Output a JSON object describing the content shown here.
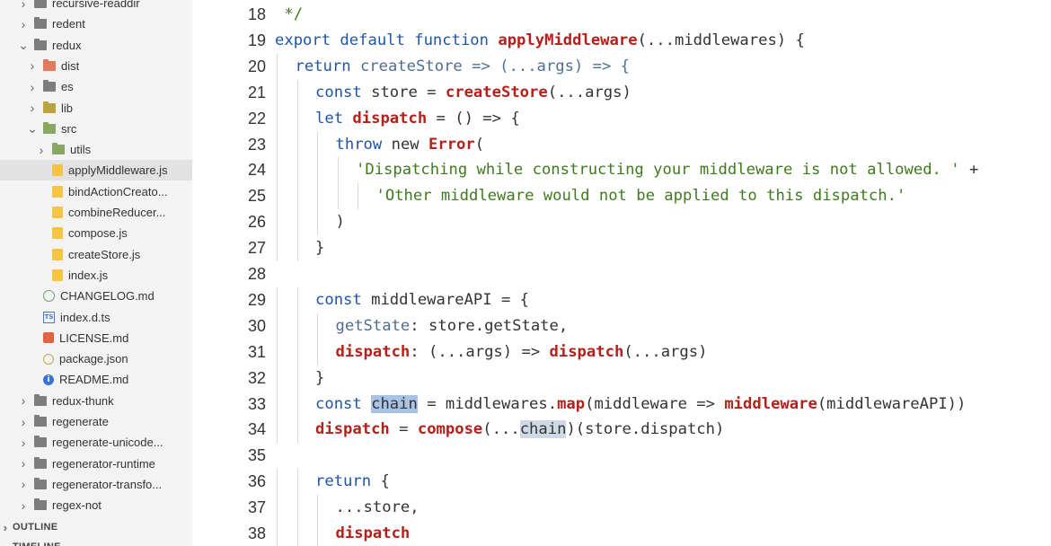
{
  "explorer": {
    "items": [
      {
        "label": "recursive-readdir",
        "type": "folder",
        "depth": 1,
        "expanded": false
      },
      {
        "label": "redent",
        "type": "folder",
        "depth": 1,
        "expanded": false
      },
      {
        "label": "redux",
        "type": "folder",
        "depth": 1,
        "expanded": true
      },
      {
        "label": "dist",
        "type": "folder-red",
        "depth": 2,
        "expanded": false
      },
      {
        "label": "es",
        "type": "folder",
        "depth": 2,
        "expanded": false
      },
      {
        "label": "lib",
        "type": "folder-lib",
        "depth": 2,
        "expanded": false
      },
      {
        "label": "src",
        "type": "folder-green",
        "depth": 2,
        "expanded": true
      },
      {
        "label": "utils",
        "type": "folder-green",
        "depth": 3,
        "expanded": false
      },
      {
        "label": "applyMiddleware.js",
        "type": "js",
        "depth": 3,
        "selected": true
      },
      {
        "label": "bindActionCreato...",
        "type": "js",
        "depth": 3
      },
      {
        "label": "combineReducer...",
        "type": "js",
        "depth": 3
      },
      {
        "label": "compose.js",
        "type": "js",
        "depth": 3
      },
      {
        "label": "createStore.js",
        "type": "js",
        "depth": 3
      },
      {
        "label": "index.js",
        "type": "js",
        "depth": 3
      },
      {
        "label": "CHANGELOG.md",
        "type": "md",
        "depth": 2
      },
      {
        "label": "index.d.ts",
        "type": "ts",
        "depth": 2
      },
      {
        "label": "LICENSE.md",
        "type": "lic",
        "depth": 2
      },
      {
        "label": "package.json",
        "type": "json",
        "depth": 2
      },
      {
        "label": "README.md",
        "type": "info",
        "depth": 2
      },
      {
        "label": "redux-thunk",
        "type": "folder",
        "depth": 1,
        "expanded": false
      },
      {
        "label": "regenerate",
        "type": "folder",
        "depth": 1,
        "expanded": false
      },
      {
        "label": "regenerate-unicode...",
        "type": "folder",
        "depth": 1,
        "expanded": false
      },
      {
        "label": "regenerator-runtime",
        "type": "folder",
        "depth": 1,
        "expanded": false
      },
      {
        "label": "regenerator-transfo...",
        "type": "folder",
        "depth": 1,
        "expanded": false
      },
      {
        "label": "regex-not",
        "type": "folder",
        "depth": 1,
        "expanded": false
      }
    ],
    "sections": [
      {
        "label": "OUTLINE"
      },
      {
        "label": "TIMELINE"
      }
    ],
    "ts_badge": "TS",
    "info_badge": "i"
  },
  "editor": {
    "lines": [
      {
        "num": "18",
        "indent": 0,
        "tokens": [
          {
            "t": " */",
            "c": "cm"
          }
        ]
      },
      {
        "num": "19",
        "indent": 0,
        "tokens": [
          {
            "t": "export default function ",
            "c": "kw"
          },
          {
            "t": "applyMiddleware",
            "c": "fn"
          },
          {
            "t": "(...middlewares) {",
            "c": "id"
          }
        ]
      },
      {
        "num": "20",
        "indent": 1,
        "tokens": [
          {
            "t": "return ",
            "c": "kw"
          },
          {
            "t": "createStore => (...args) => {",
            "c": "fn2"
          }
        ]
      },
      {
        "num": "21",
        "indent": 2,
        "tokens": [
          {
            "t": "const ",
            "c": "kw"
          },
          {
            "t": "store = ",
            "c": "id"
          },
          {
            "t": "createStore",
            "c": "fn"
          },
          {
            "t": "(...args)",
            "c": "id"
          }
        ]
      },
      {
        "num": "22",
        "indent": 2,
        "tokens": [
          {
            "t": "let ",
            "c": "kw"
          },
          {
            "t": "dispatch",
            "c": "fn"
          },
          {
            "t": " = () => {",
            "c": "id"
          }
        ]
      },
      {
        "num": "23",
        "indent": 3,
        "tokens": [
          {
            "t": "throw ",
            "c": "kw"
          },
          {
            "t": "new ",
            "c": "id"
          },
          {
            "t": "Error",
            "c": "fn"
          },
          {
            "t": "(",
            "c": "id"
          }
        ]
      },
      {
        "num": "24",
        "indent": 4,
        "tokens": [
          {
            "t": "'Dispatching while constructing your middleware is not allowed. '",
            "c": "str"
          },
          {
            "t": " +",
            "c": "id"
          }
        ]
      },
      {
        "num": "25",
        "indent": 5,
        "tokens": [
          {
            "t": "'Other middleware would not be applied to this dispatch.'",
            "c": "str"
          }
        ]
      },
      {
        "num": "26",
        "indent": 3,
        "tokens": [
          {
            "t": ")",
            "c": "id"
          }
        ]
      },
      {
        "num": "27",
        "indent": 2,
        "tokens": [
          {
            "t": "}",
            "c": "id"
          }
        ]
      },
      {
        "num": "28",
        "indent": 0,
        "tokens": []
      },
      {
        "num": "29",
        "indent": 2,
        "tokens": [
          {
            "t": "const ",
            "c": "kw"
          },
          {
            "t": "middlewareAPI = {",
            "c": "id"
          }
        ]
      },
      {
        "num": "30",
        "indent": 3,
        "tokens": [
          {
            "t": "getState",
            "c": "fn2"
          },
          {
            "t": ": store.getState,",
            "c": "id"
          }
        ]
      },
      {
        "num": "31",
        "indent": 3,
        "tokens": [
          {
            "t": "dispatch",
            "c": "fn"
          },
          {
            "t": ": (...args) => ",
            "c": "id"
          },
          {
            "t": "dispatch",
            "c": "fn"
          },
          {
            "t": "(...args)",
            "c": "id"
          }
        ]
      },
      {
        "num": "32",
        "indent": 2,
        "tokens": [
          {
            "t": "}",
            "c": "id"
          }
        ]
      },
      {
        "num": "33",
        "indent": 2,
        "tokens": [
          {
            "t": "const ",
            "c": "kw"
          },
          {
            "t": "chain",
            "c": "sel"
          },
          {
            "t": " = middlewares.",
            "c": "id"
          },
          {
            "t": "map",
            "c": "fn"
          },
          {
            "t": "(middleware => ",
            "c": "id"
          },
          {
            "t": "middleware",
            "c": "fn"
          },
          {
            "t": "(middlewareAPI))",
            "c": "id"
          }
        ]
      },
      {
        "num": "34",
        "indent": 2,
        "tokens": [
          {
            "t": "dispatch",
            "c": "fn"
          },
          {
            "t": " = ",
            "c": "id"
          },
          {
            "t": "compose",
            "c": "fn"
          },
          {
            "t": "(...",
            "c": "id"
          },
          {
            "t": "chain",
            "c": "hl"
          },
          {
            "t": ")(store.dispatch)",
            "c": "id"
          }
        ]
      },
      {
        "num": "35",
        "indent": 0,
        "tokens": []
      },
      {
        "num": "36",
        "indent": 2,
        "tokens": [
          {
            "t": "return ",
            "c": "kw"
          },
          {
            "t": "{",
            "c": "id"
          }
        ]
      },
      {
        "num": "37",
        "indent": 3,
        "tokens": [
          {
            "t": "...store,",
            "c": "id"
          }
        ]
      },
      {
        "num": "38",
        "indent": 3,
        "tokens": [
          {
            "t": "dispatch",
            "c": "fn"
          }
        ]
      }
    ]
  }
}
